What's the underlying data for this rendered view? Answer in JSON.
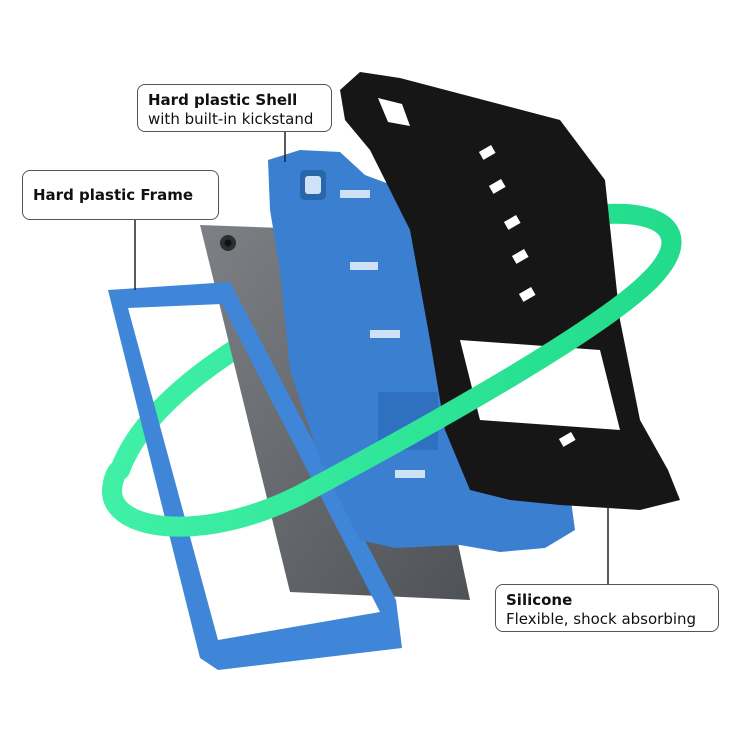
{
  "callouts": {
    "shell": {
      "title": "Hard plastic Shell",
      "subtitle": "with built-in kickstand"
    },
    "frame": {
      "title": "Hard plastic Frame"
    },
    "silicone": {
      "title": "Silicone",
      "subtitle": "Flexible, shock absorbing"
    }
  },
  "colors": {
    "frame_blue": "#3f86d8",
    "shell_blue": "#3b7fd0",
    "silicone_black": "#161616",
    "tablet_gray": "#6b6e72",
    "ring_green": "#2ce89a"
  }
}
